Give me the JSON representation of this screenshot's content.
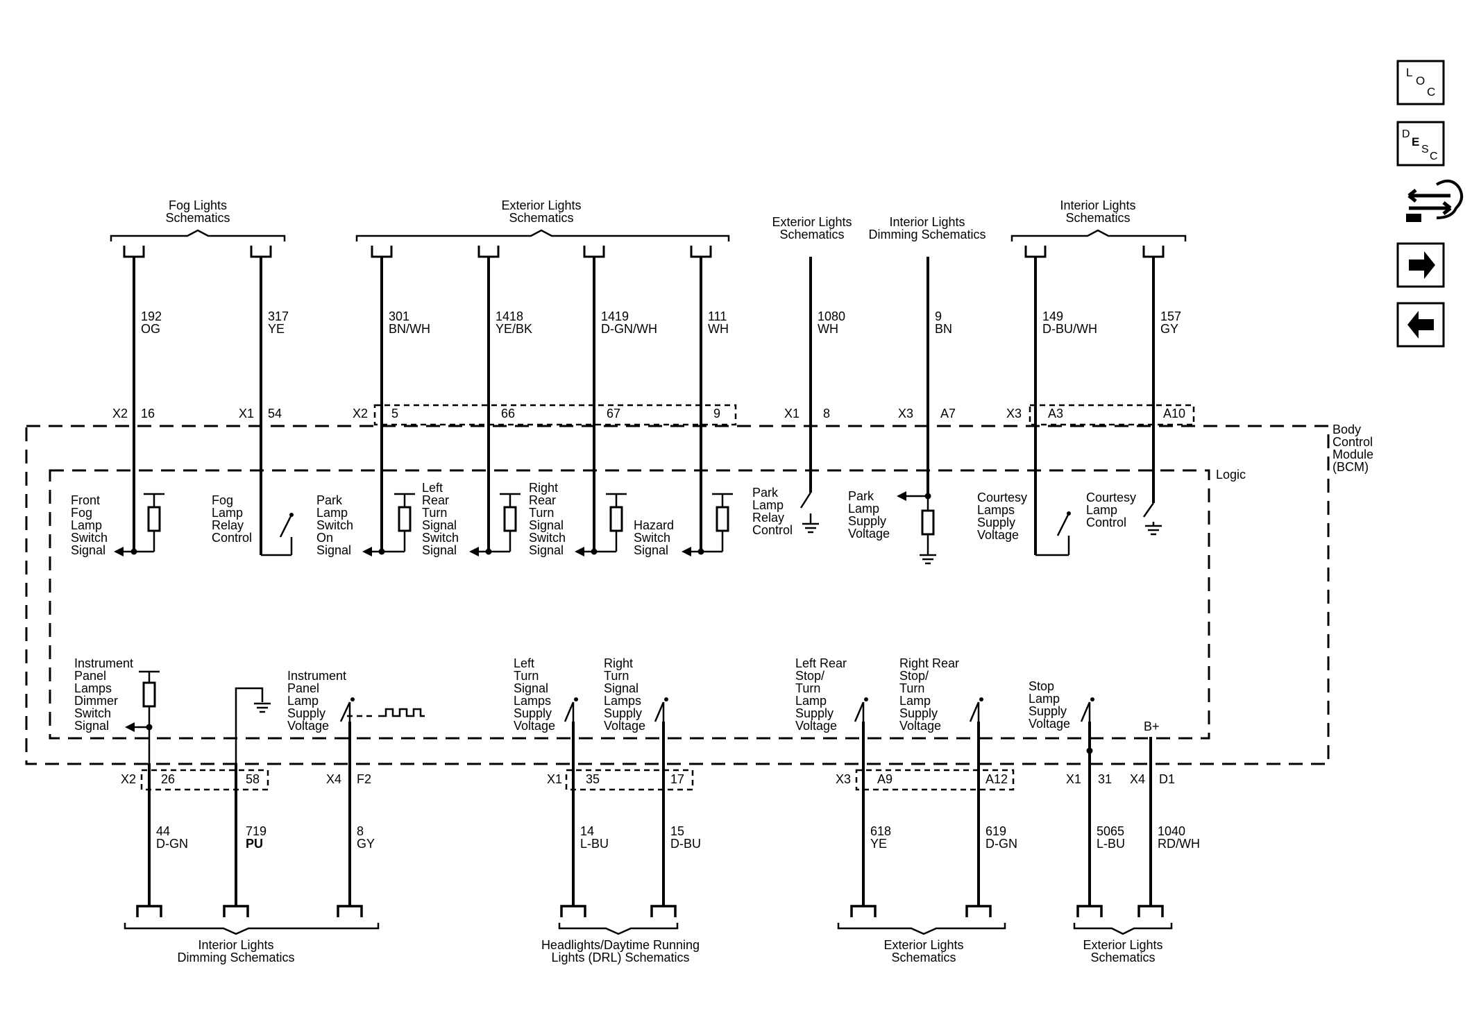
{
  "bcm": {
    "name": "Body Control Module (BCM)",
    "name_lines": [
      "Body",
      "Control",
      "Module",
      "(BCM)"
    ],
    "logic": "Logic"
  },
  "nav": {
    "loc": "LOC",
    "desc": "DESC"
  },
  "top_groups": {
    "fog": {
      "lines": [
        "Fog Lights",
        "Schematics"
      ]
    },
    "ext": {
      "lines": [
        "Exterior Lights",
        "Schematics"
      ]
    },
    "ext2": {
      "lines": [
        "Exterior Lights",
        "Schematics"
      ]
    },
    "intdim": {
      "lines": [
        "Interior Lights",
        "Dimming Schematics"
      ]
    },
    "int": {
      "lines": [
        "Interior Lights",
        "Schematics"
      ]
    }
  },
  "top_wires": {
    "w192": {
      "circuit": "192",
      "color": "OG",
      "connector": "X2",
      "pin": "16"
    },
    "w317": {
      "circuit": "317",
      "color": "YE",
      "connector": "X1",
      "pin": "54"
    },
    "w301": {
      "circuit": "301",
      "color": "BN/WH",
      "connector": "X2",
      "pin": "5"
    },
    "w1418": {
      "circuit": "1418",
      "color": "YE/BK",
      "pin": "66"
    },
    "w1419": {
      "circuit": "1419",
      "color": "D-GN/WH",
      "pin": "67"
    },
    "w111": {
      "circuit": "111",
      "color": "WH",
      "pin": "9"
    },
    "w1080": {
      "circuit": "1080",
      "color": "WH",
      "connector": "X1",
      "pin": "8"
    },
    "w9": {
      "circuit": "9",
      "color": "BN",
      "connector": "X3",
      "pin": "A7"
    },
    "w149": {
      "circuit": "149",
      "color": "D-BU/WH",
      "connector": "X3",
      "pin": "A3"
    },
    "w157": {
      "circuit": "157",
      "color": "GY",
      "pin": "A10"
    }
  },
  "top_signals": {
    "front_fog": {
      "lines": [
        "Front",
        "Fog",
        "Lamp",
        "Switch",
        "Signal"
      ]
    },
    "fog_relay": {
      "lines": [
        "Fog",
        "Lamp",
        "Relay",
        "Control"
      ]
    },
    "park_switch": {
      "lines": [
        "Park",
        "Lamp",
        "Switch",
        "On",
        "Signal"
      ]
    },
    "left_turn": {
      "lines": [
        "Left",
        "Rear",
        "Turn",
        "Signal",
        "Switch",
        "Signal"
      ]
    },
    "right_turn": {
      "lines": [
        "Right",
        "Rear",
        "Turn",
        "Signal",
        "Switch",
        "Signal"
      ]
    },
    "hazard": {
      "lines": [
        "Hazard",
        "Switch",
        "Signal"
      ]
    },
    "park_relay": {
      "lines": [
        "Park",
        "Lamp",
        "Relay",
        "Control"
      ]
    },
    "park_supply": {
      "lines": [
        "Park",
        "Lamp",
        "Supply",
        "Voltage"
      ]
    },
    "courtesy_supply": {
      "lines": [
        "Courtesy",
        "Lamps",
        "Supply",
        "Voltage"
      ]
    },
    "courtesy_control": {
      "lines": [
        "Courtesy",
        "Lamp",
        "Control"
      ]
    }
  },
  "bottom_signals": {
    "ip_dimmer": {
      "lines": [
        "Instrument",
        "Panel",
        "Lamps",
        "Dimmer",
        "Switch",
        "Signal"
      ]
    },
    "ip_supply": {
      "lines": [
        "Instrument",
        "Panel",
        "Lamp",
        "Supply",
        "Voltage"
      ]
    },
    "left_turn_supply": {
      "lines": [
        "Left",
        "Turn",
        "Signal",
        "Lamps",
        "Supply",
        "Voltage"
      ]
    },
    "right_turn_supply": {
      "lines": [
        "Right",
        "Turn",
        "Signal",
        "Lamps",
        "Supply",
        "Voltage"
      ]
    },
    "lr_stop": {
      "lines": [
        "Left Rear",
        "Stop/",
        "Turn",
        "Lamp",
        "Supply",
        "Voltage"
      ]
    },
    "rr_stop": {
      "lines": [
        "Right Rear",
        "Stop/",
        "Turn",
        "Lamp",
        "Supply",
        "Voltage"
      ]
    },
    "stop_supply": {
      "lines": [
        "Stop",
        "Lamp",
        "Supply",
        "Voltage"
      ]
    },
    "bplus": "B+"
  },
  "bottom_wires": {
    "w44": {
      "circuit": "44",
      "color": "D-GN",
      "connector": "X2",
      "pin": "26"
    },
    "w719": {
      "circuit": "719",
      "color": "PU",
      "pin": "58"
    },
    "w8": {
      "circuit": "8",
      "color": "GY",
      "connector": "X4",
      "pin": "F2"
    },
    "w14": {
      "circuit": "14",
      "color": "L-BU",
      "connector": "X1",
      "pin": "35"
    },
    "w15": {
      "circuit": "15",
      "color": "D-BU",
      "pin": "17"
    },
    "w618": {
      "circuit": "618",
      "color": "YE",
      "connector": "X3",
      "pin": "A9"
    },
    "w619": {
      "circuit": "619",
      "color": "D-GN",
      "pin": "A12"
    },
    "w5065": {
      "circuit": "5065",
      "color": "L-BU",
      "connector": "X1",
      "pin": "31"
    },
    "w1040": {
      "circuit": "1040",
      "color": "RD/WH",
      "connector": "X4",
      "pin": "D1"
    }
  },
  "bottom_groups": {
    "intdim": {
      "lines": [
        "Interior Lights",
        "Dimming Schematics"
      ]
    },
    "drl": {
      "lines": [
        "Headlights/Daytime Running",
        "Lights (DRL) Schematics"
      ]
    },
    "ext": {
      "lines": [
        "Exterior Lights",
        "Schematics"
      ]
    },
    "ext2": {
      "lines": [
        "Exterior Lights",
        "Schematics"
      ]
    }
  }
}
